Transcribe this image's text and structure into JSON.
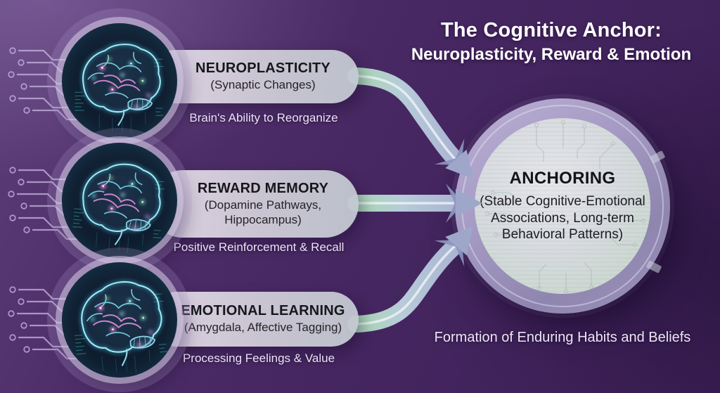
{
  "title": {
    "line1": "The Cognitive Anchor:",
    "line2": "Neuroplasticity, Reward & Emotion"
  },
  "nodes": [
    {
      "id": "neuroplasticity",
      "title": "NEUROPLASTICITY",
      "subtitle": "(Synaptic Changes)",
      "caption": "Brain's Ability to Reorganize"
    },
    {
      "id": "reward-memory",
      "title": "REWARD MEMORY",
      "subtitle": "(Dopamine Pathways, Hippocampus)",
      "caption": "Positive Reinforcement & Recall"
    },
    {
      "id": "emotional-learning",
      "title": "EMOTIONAL LEARNING",
      "subtitle": "(Amygdala, Affective Tagging)",
      "caption": "Processing Feelings & Value"
    }
  ],
  "anchor": {
    "title": "ANCHORING",
    "subtitle": "(Stable Cognitive-Emotional Associations, Long-term Behavioral Patterns)"
  },
  "footer": "Formation of Enduring Habits and Beliefs",
  "icons": {
    "brain": "brain-icon",
    "circuit_traces": "circuit-traces-icon",
    "circuit_pattern": "circuit-pattern-icon",
    "flow_arrow": "flow-arrow-icon"
  },
  "colors": {
    "background": "#45265f",
    "background_light": "#5c3e78",
    "title_text": "#ffffff",
    "pill_start": "#e2d8e7",
    "pill_end": "#c2c8d1",
    "pill_text": "#17171c",
    "caption_text": "#ece4f6",
    "arrow_green": "#a8dab0",
    "arrow_lavender": "#a9b1d1",
    "arrowhead": "#9ea6ca",
    "anchor_ring": "#a59bc4",
    "anchor_fill": "#d8dbdf",
    "brain_glow_cyan": "#9fe9f4",
    "brain_glow_pink": "#e390e0",
    "trace_line": "#cbbbe4"
  }
}
